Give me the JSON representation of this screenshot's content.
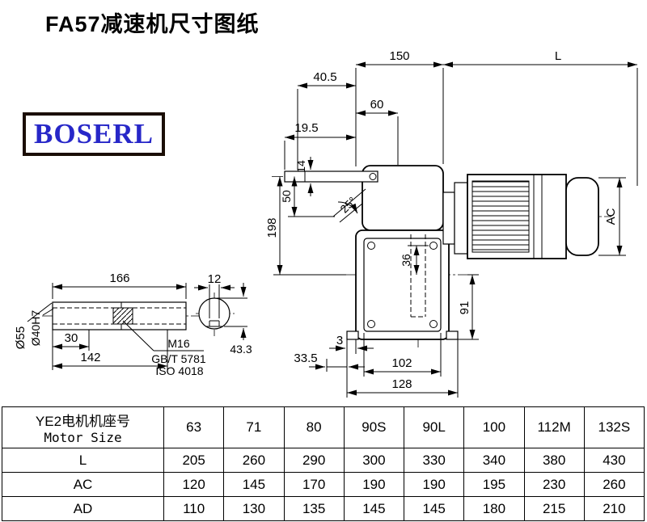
{
  "page": {
    "title": "FA57减速机尺寸图纸",
    "logo_text": "BOSERL",
    "logo_color": "#2727c8"
  },
  "drawing": {
    "dims": {
      "d150": "150",
      "dL": "L",
      "d40_5": "40.5",
      "d60": "60",
      "d19_5": "19.5",
      "d14": "14",
      "d50": "50",
      "angle25": "25°",
      "d198": "198",
      "d36": "36",
      "dAC": "AC",
      "d91": "91",
      "d3": "3",
      "d33_5": "33.5",
      "d102": "102",
      "d128": "128",
      "d166": "166",
      "d30": "30",
      "d142": "142",
      "dia55": "Ø55",
      "dia40h7": "Ø40H7",
      "d12": "12",
      "d43_3": "43.3",
      "note_m16": "M16",
      "note_gbt": "GB/T 5781",
      "note_iso": "ISO 4018"
    }
  },
  "table": {
    "header": {
      "line1": "YE2电机机座号",
      "line2": "Motor Size"
    },
    "sizes": [
      "63",
      "71",
      "80",
      "90S",
      "90L",
      "100",
      "112M",
      "132S"
    ],
    "rows": [
      {
        "label": "L",
        "values": [
          "205",
          "260",
          "290",
          "300",
          "330",
          "340",
          "380",
          "430"
        ]
      },
      {
        "label": "AC",
        "values": [
          "120",
          "145",
          "170",
          "190",
          "190",
          "195",
          "230",
          "260"
        ]
      },
      {
        "label": "AD",
        "values": [
          "110",
          "130",
          "135",
          "145",
          "145",
          "180",
          "215",
          "210"
        ]
      }
    ]
  }
}
